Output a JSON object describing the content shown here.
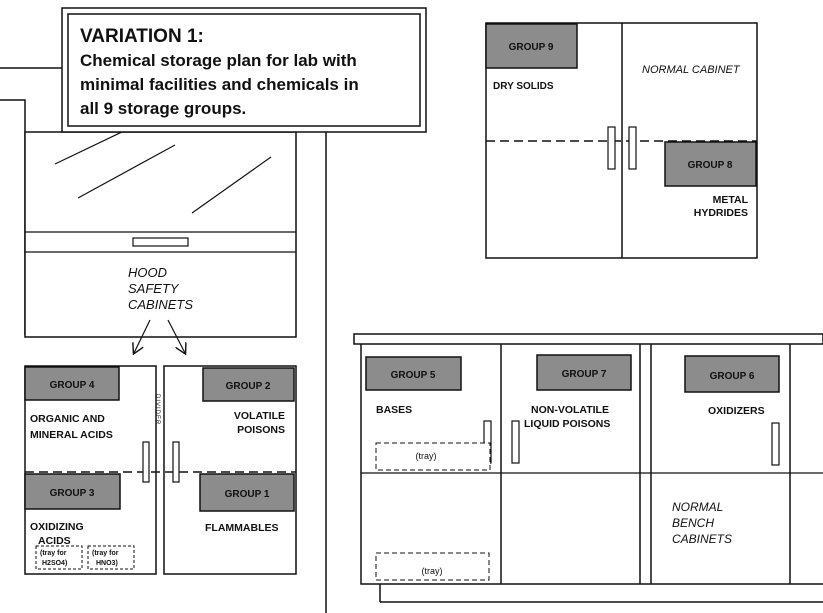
{
  "title": {
    "line1": "VARIATION 1:",
    "line2": "Chemical storage plan for lab with",
    "line3": "minimal facilities and chemicals in",
    "line4": "all 9 storage groups."
  },
  "hood": {
    "label_line1": "HOOD",
    "label_line2": "SAFETY",
    "label_line3": "CABINETS"
  },
  "divider_label": "DIVIDER",
  "groups": {
    "g1": {
      "name": "GROUP 1",
      "desc1": "FLAMMABLES"
    },
    "g2": {
      "name": "GROUP 2",
      "desc1": "VOLATILE",
      "desc2": "POISONS"
    },
    "g3": {
      "name": "GROUP 3",
      "desc1": "OXIDIZING",
      "desc2": "ACIDS"
    },
    "g4": {
      "name": "GROUP 4",
      "desc1": "ORGANIC AND",
      "desc2": "MINERAL ACIDS"
    },
    "g5": {
      "name": "GROUP 5",
      "desc1": "BASES"
    },
    "g6": {
      "name": "GROUP 6",
      "desc1": "OXIDIZERS"
    },
    "g7": {
      "name": "GROUP 7",
      "desc1": "NON-VOLATILE",
      "desc2": "LIQUID POISONS"
    },
    "g8": {
      "name": "GROUP 8",
      "desc1": "METAL",
      "desc2": "HYDRIDES"
    },
    "g9": {
      "name": "GROUP 9",
      "desc1": "DRY SOLIDS"
    }
  },
  "normal_cabinet": "NORMAL CABINET",
  "trays": {
    "h2so4_line1": "(tray for",
    "h2so4_line2": "H2SO4)",
    "hno3_line1": "(tray for",
    "hno3_line2": "HNO3)",
    "bases_upper": "(tray)",
    "bases_lower": "(tray)"
  },
  "bench": {
    "line1": "NORMAL",
    "line2": "BENCH",
    "line3": "CABINETS"
  },
  "colors": {
    "group_fill": "#8c8c8c",
    "stroke": "#111111",
    "background": "#ffffff"
  }
}
